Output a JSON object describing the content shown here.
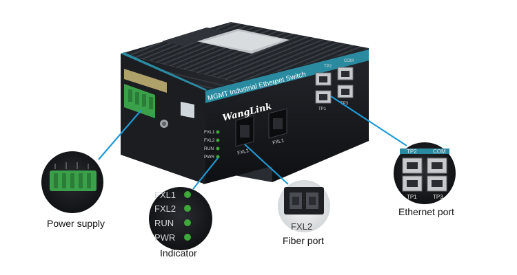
{
  "product": {
    "title_text": "MGMT Industrial Ethernet Switch",
    "brand": "WangLink",
    "registered": "®"
  },
  "indicator_labels": [
    "FXL1",
    "FXL2",
    "RUN",
    "PWR"
  ],
  "fiber_labels": [
    "FXL2",
    "FXL1"
  ],
  "port_labels": {
    "tp1": "TP1",
    "tp2": "TP2",
    "tp3": "TP3",
    "com": "COM"
  },
  "callouts": {
    "power": "Power supply",
    "indicator": "Indicator",
    "fiber": "Fiber port",
    "ethernet": "Ethernet port"
  },
  "zoom_indicator_labels": [
    "FXL1",
    "FXL2",
    "RUN",
    "PWR"
  ],
  "zoom_fiber_label": "FXL2",
  "colors": {
    "teal": "#2a8aa0",
    "callout_line": "#1e9ad6",
    "led_green": "#3fa83a",
    "terminal_green": "#3aa14a",
    "body_dark": "#1f2126"
  }
}
